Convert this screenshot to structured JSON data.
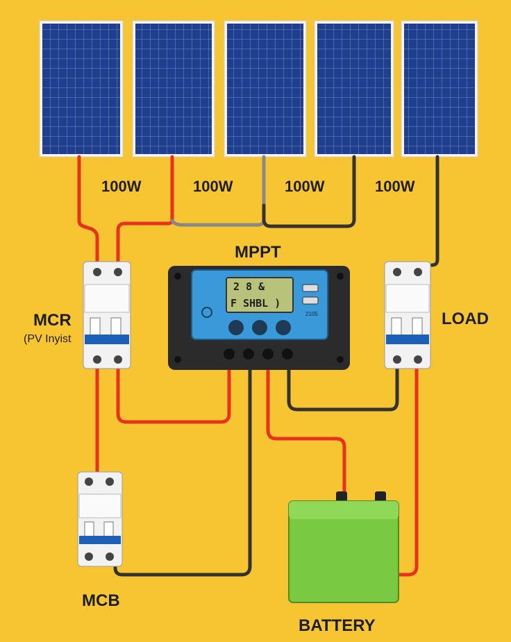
{
  "panels": [
    {
      "label": "100W"
    },
    {
      "label": "100W"
    },
    {
      "label": "100W"
    },
    {
      "label": "100W"
    }
  ],
  "controller": {
    "title": "MPPT",
    "lcd_line1": "2 8 &",
    "lcd_line2": "F SHBL )",
    "side_text": "2105"
  },
  "breaker_left": {
    "label": "MCR",
    "sublabel": "(PV Inyist"
  },
  "breaker_right": {
    "label": "LOAD"
  },
  "breaker_bottom": {
    "label": "MCB"
  },
  "battery": {
    "label": "BATTERY"
  },
  "colors": {
    "background": "#f7c532",
    "panel_cells": "#1f3f8e",
    "wire_positive": "#e8321e",
    "wire_negative": "#333333",
    "controller_face": "#3a9ad9",
    "lcd": "#b9c27a",
    "battery_body": "#7ac943"
  }
}
